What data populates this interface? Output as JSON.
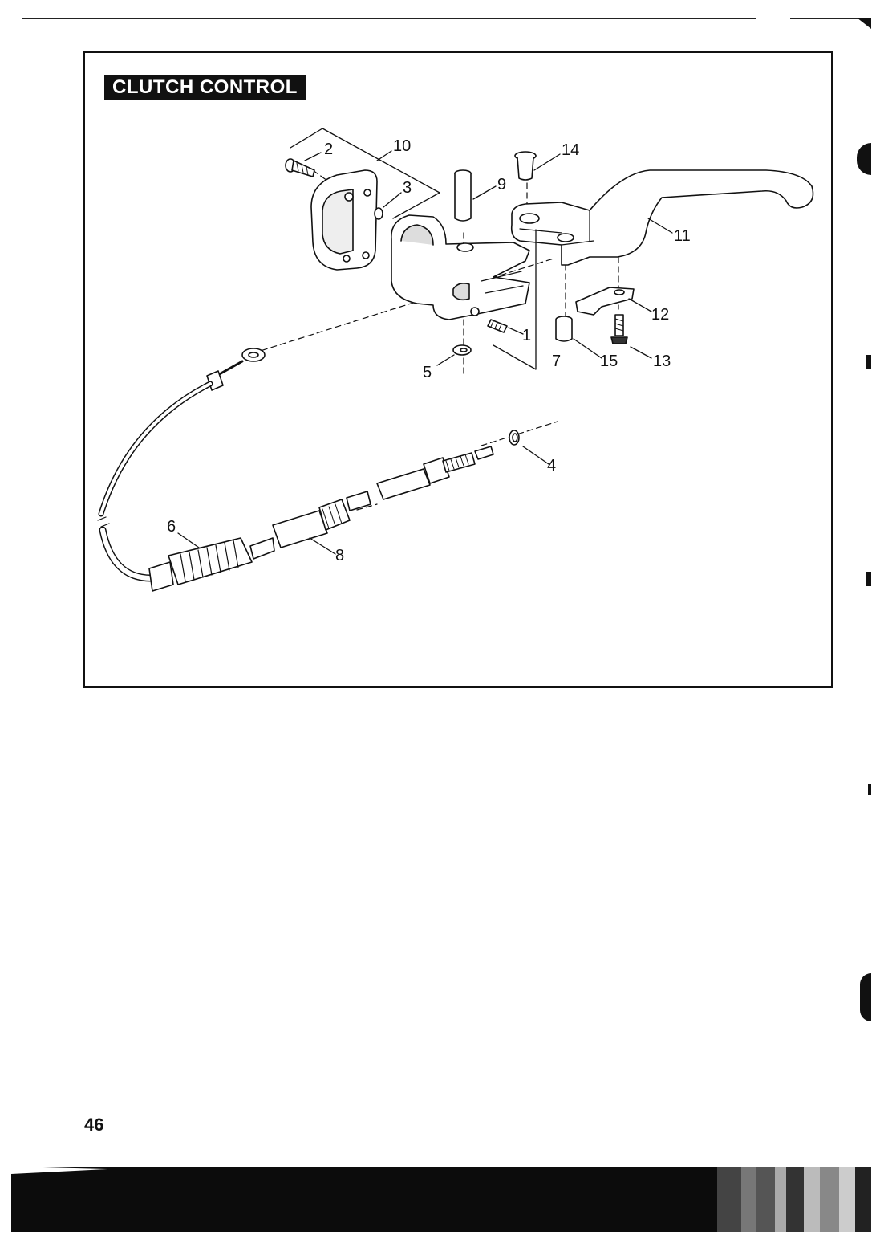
{
  "title": "CLUTCH CONTROL",
  "page_number": "46",
  "callouts": [
    "1",
    "2",
    "3",
    "4",
    "5",
    "6",
    "7",
    "8",
    "9",
    "10",
    "11",
    "12",
    "13",
    "14",
    "15"
  ]
}
